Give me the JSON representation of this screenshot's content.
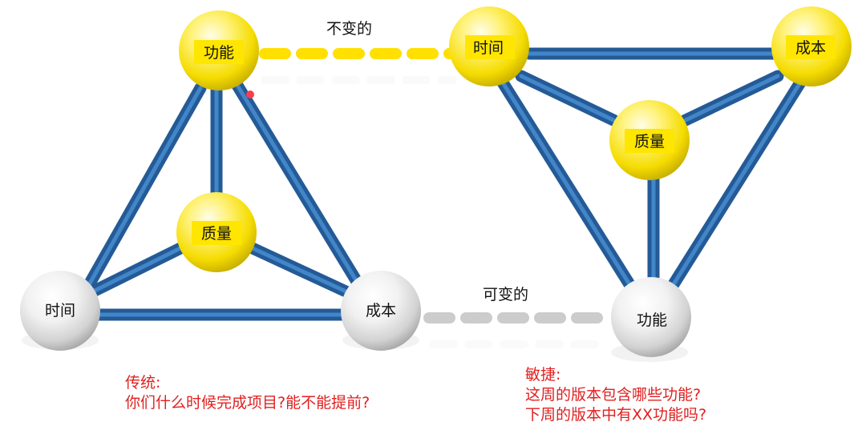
{
  "traditional": {
    "nodes": {
      "top": "功能",
      "center": "质量",
      "left": "时间",
      "right": "成本"
    },
    "caption": {
      "title": "传统:",
      "line1": "你们什么时候完成项目?能不能提前?"
    }
  },
  "agile": {
    "nodes": {
      "left": "时间",
      "right": "成本",
      "center": "质量",
      "bottom": "功能"
    },
    "caption": {
      "title": "敏捷:",
      "line1": "这周的版本包含哪些功能?",
      "line2": "下周的版本中有XX功能吗?"
    }
  },
  "links": {
    "fixed_label": "不变的",
    "variable_label": "可变的"
  },
  "colors": {
    "edge": "#2e6fb3",
    "fixed_node": "#ffe600",
    "variable_node": "#dcdcdc",
    "fixed_link": "#ffe000",
    "variable_link": "#cccccc",
    "caption": "#e02020"
  }
}
